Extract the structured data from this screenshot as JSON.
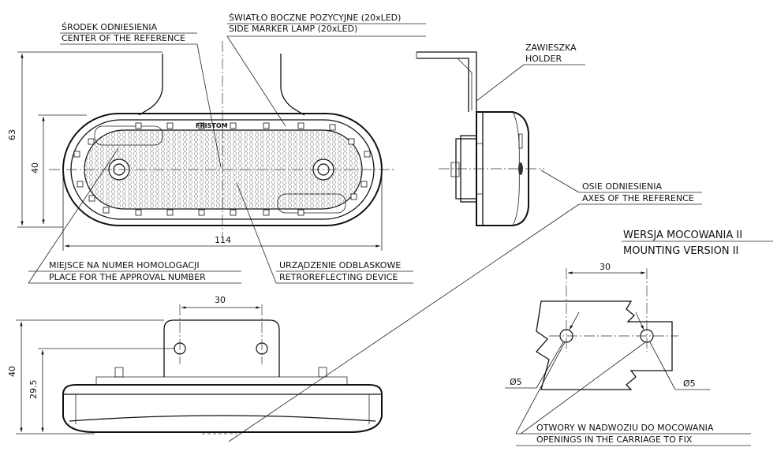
{
  "labels": {
    "center_ref_pl": "ŚRODEK ODNIESIENIA",
    "center_ref_en": "CENTER OF THE REFERENCE",
    "side_marker_pl": "ŚWIATŁO BOCZNE POZYCYJNE (20xLED)",
    "side_marker_en": "SIDE MARKER LAMP (20xLED)",
    "holder_pl": "ZAWIESZKA",
    "holder_en": "HOLDER",
    "axes_pl": "OSIE ODNIESIENIA",
    "axes_en": "AXES OF THE REFERENCE",
    "approval_pl": "MIEJSCE NA NUMER HOMOLOGACJI",
    "approval_en": "PLACE FOR THE APPROVAL NUMBER",
    "retro_pl": "URZĄDZENIE ODBLASKOWE",
    "retro_en": "RETROREFLECTING DEVICE",
    "openings_pl": "OTWORY W NADWOZIU DO MOCOWANIA",
    "openings_en": "OPENINGS IN THE CARRIAGE TO FIX",
    "brand": "FRISTOM"
  },
  "mounting": {
    "title_pl": "WERSJA MOCOWANIA II",
    "title_en": "MOUNTING VERSION II"
  },
  "dimensions": {
    "height_total": "63",
    "height_lamp": "40",
    "width_lamp": "114",
    "hole_spacing_bottom": "30",
    "bottom_height": "40",
    "bottom_height_inner": "29.5",
    "hole_spacing_mount": "30",
    "hole_diameter_left": "Ø5",
    "hole_diameter_right": "Ø5"
  }
}
